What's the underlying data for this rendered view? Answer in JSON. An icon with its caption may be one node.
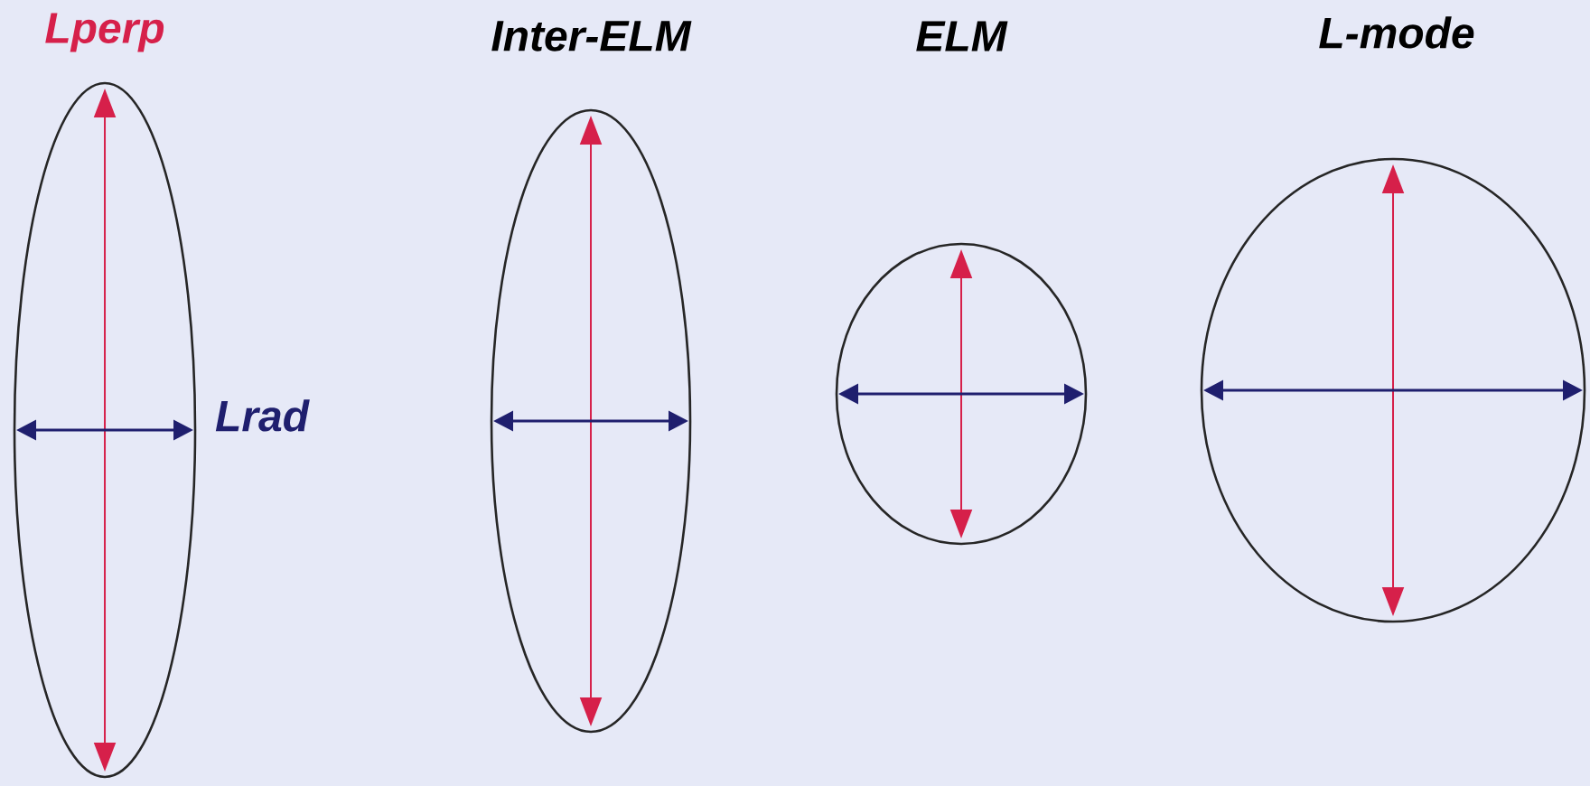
{
  "diagram": {
    "nodes": [
      {
        "text": [],
        "shape": "ellipse"
      },
      {
        "text": [
          "Inter-ELM"
        ]
      },
      {
        "text": [
          "ELM"
        ]
      },
      {
        "text": [
          "L-mode"
        ]
      }
    ],
    "labels": [
      "Lperp",
      "Lrad"
    ]
  }
}
